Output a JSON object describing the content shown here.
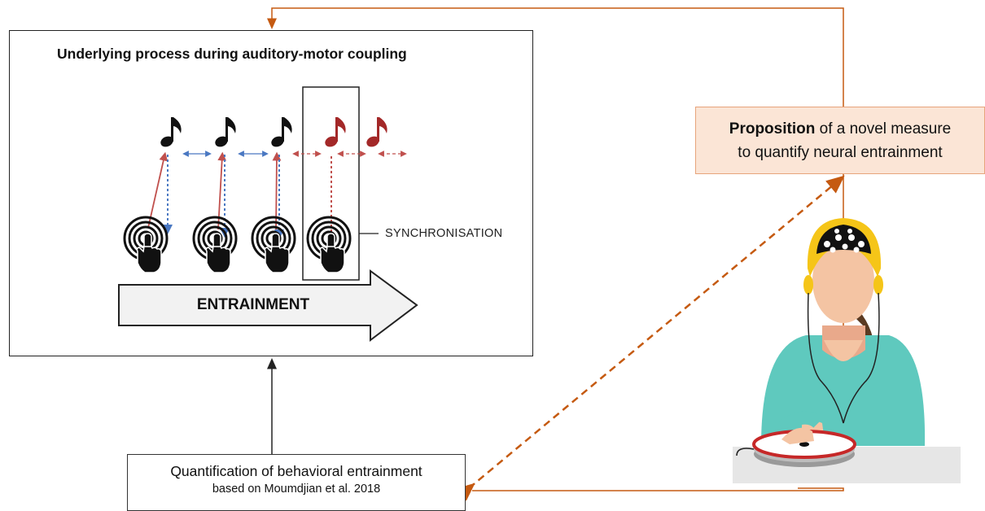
{
  "panel": {
    "title": "Underlying process during auditory-motor coupling",
    "synchronisation_label": "SYNCHRONISATION",
    "entrainment_label": "ENTRAINMENT"
  },
  "proposition": {
    "bold_word": "Proposition",
    "line1_rest": " of a novel measure",
    "line2": "to quantify neural entrainment"
  },
  "quantification": {
    "line1": "Quantification of behavioral entrainment",
    "line2": "based on Moumdjian et al. 2018"
  },
  "colors": {
    "note_black": "#111111",
    "note_red": "#a32828",
    "blue_arrow": "#4a78c2",
    "red_arrow": "#c0504d",
    "orange_line": "#c55a11",
    "dashed_orange": "#c55a11",
    "proposition_fill": "#fbe5d6",
    "shirt": "#5fc9be",
    "cap_yellow": "#f5c518",
    "skin": "#f4c4a3"
  },
  "icons": [
    "music-note-icon",
    "tap-target-icon",
    "pointing-hand-icon",
    "person-with-eeg-cap-icon",
    "tapping-pad-icon"
  ]
}
